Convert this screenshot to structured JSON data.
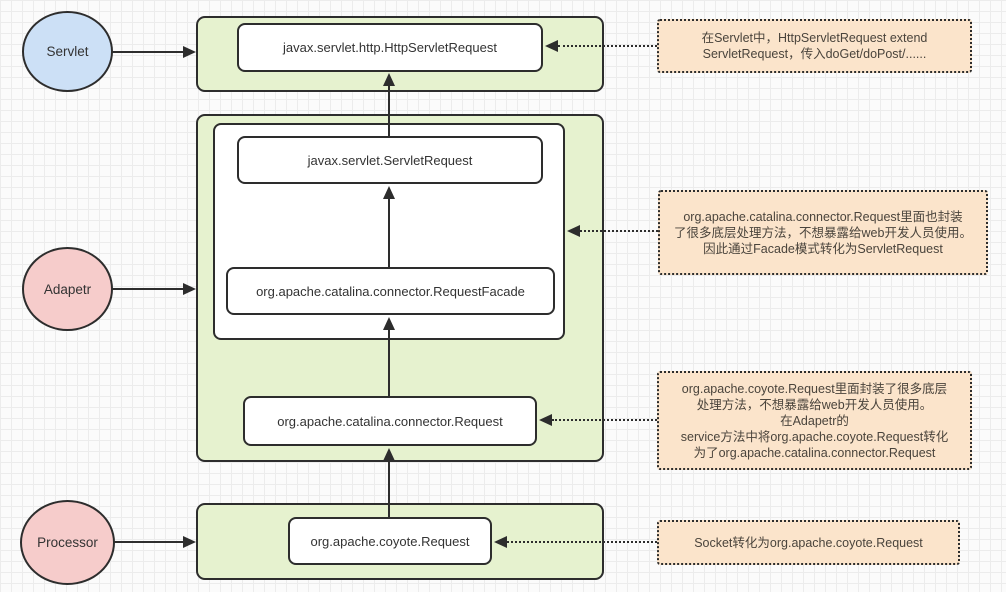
{
  "colors": {
    "stroke": "#2D2D2D",
    "green_fill": "#E6F2CF",
    "blue_fill": "#CCE0F6",
    "pink_fill": "#F6CCCB",
    "tan_fill": "#FBE4CB",
    "node_text": "#333333",
    "annotation_text": "#4A443C"
  },
  "actors": [
    {
      "label": "Servlet"
    },
    {
      "label": "Adapetr"
    },
    {
      "label": "Processor"
    }
  ],
  "nodes": {
    "httpServletRequest": "javax.servlet.http.HttpServletRequest",
    "servletRequest": "javax.servlet.ServletRequest",
    "requestFacade": "org.apache.catalina.connector.RequestFacade",
    "connectorRequest": "org.apache.catalina.connector.Request",
    "coyoteRequest": "org.apache.coyote.Request"
  },
  "annotations": [
    {
      "text": "在Servlet中，HttpServletRequest extend\nServletRequest，传入doGet/doPost/......"
    },
    {
      "text": "org.apache.catalina.connector.Request里面也封装\n了很多底层处理方法，不想暴露给web开发人员使用。\n因此通过Facade模式转化为ServletRequest"
    },
    {
      "text": "org.apache.coyote.Request里面封装了很多底层\n处理方法，不想暴露给web开发人员使用。\n在Adapetr的\nservice方法中将org.apache.coyote.Request转化\n为了org.apache.catalina.connector.Request"
    },
    {
      "text": "Socket转化为org.apache.coyote.Request"
    }
  ]
}
